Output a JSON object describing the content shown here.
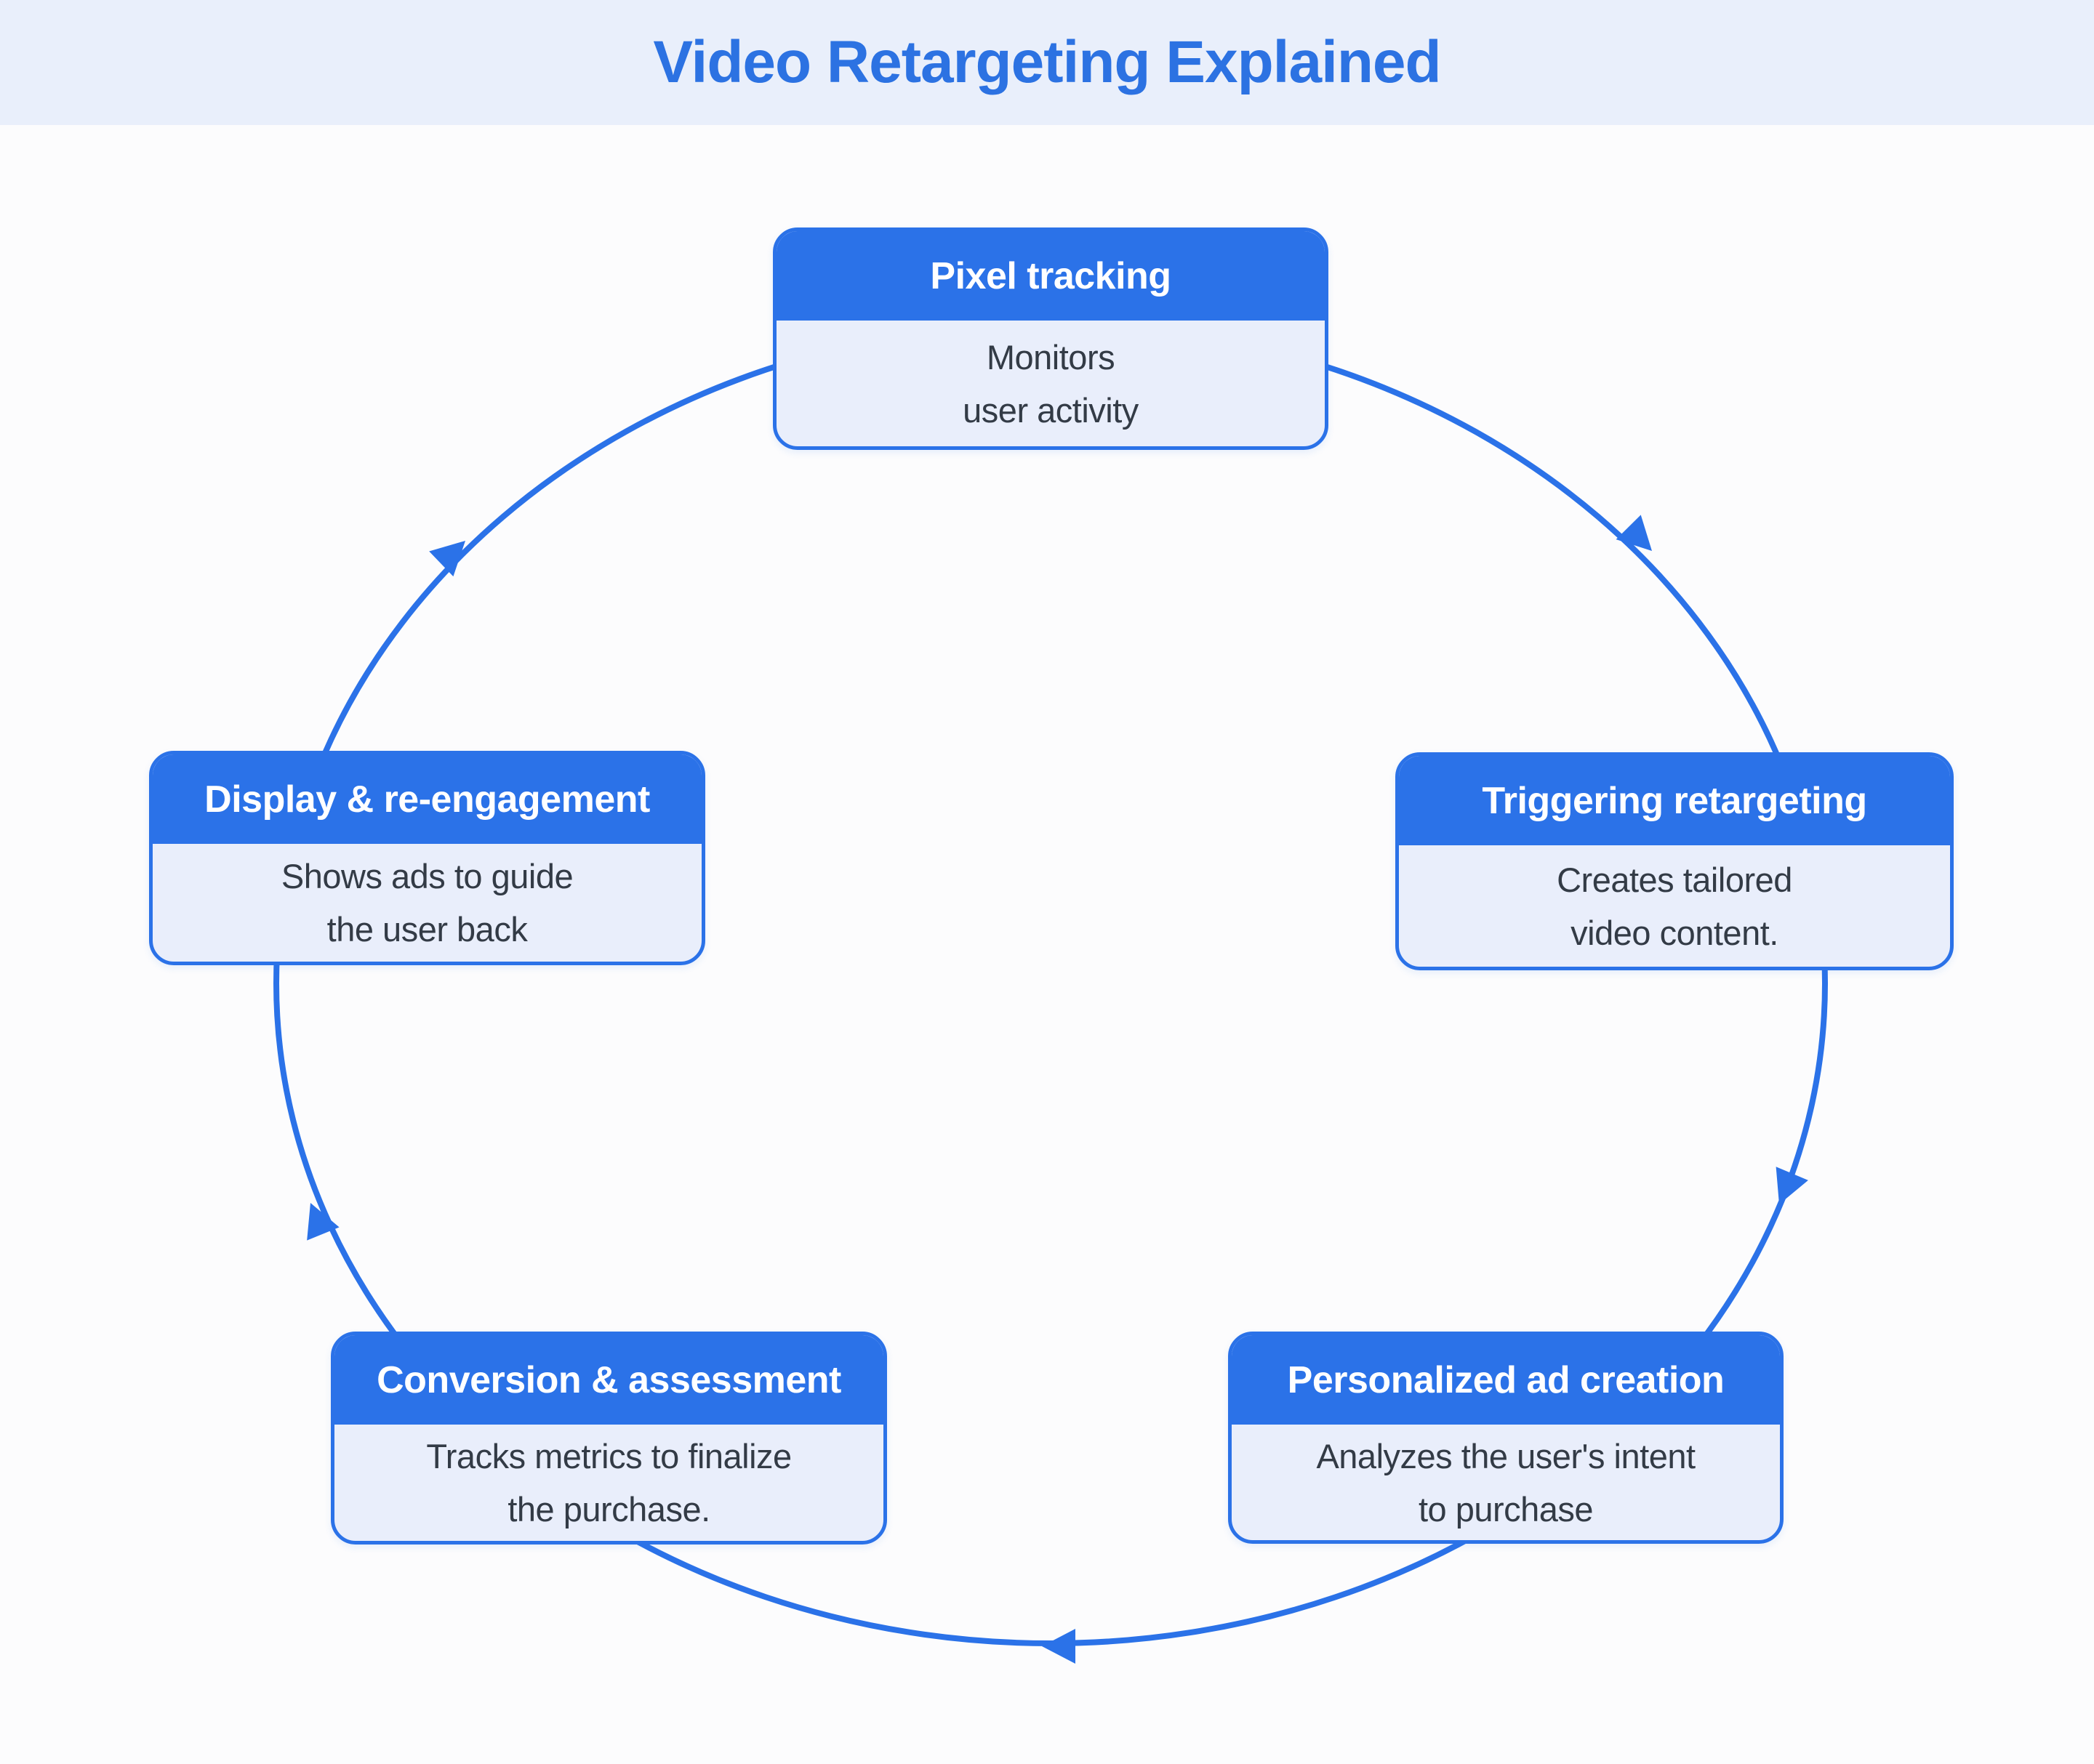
{
  "title": "Video Retargeting Explained",
  "colors": {
    "accent": "#2b72e8",
    "banner_bg": "#e9effb",
    "panel_bg": "#e9eefb",
    "title_text": "#2c72e2",
    "body_text": "#333b46",
    "page_bg": "#fcfcfd"
  },
  "cycle": {
    "direction": "clockwise",
    "nodes": [
      {
        "id": "pixel-tracking",
        "label": "Pixel tracking",
        "desc_line1": "Monitors",
        "desc_line2": "user activity"
      },
      {
        "id": "triggering-retargeting",
        "label": "Triggering retargeting",
        "desc_line1": "Creates tailored",
        "desc_line2": "video content."
      },
      {
        "id": "personalized-ad-creation",
        "label": "Personalized ad creation",
        "desc_line1": "Analyzes the user's intent",
        "desc_line2": "to purchase"
      },
      {
        "id": "conversion-assessment",
        "label": "Conversion & assessment",
        "desc_line1": "Tracks metrics to finalize",
        "desc_line2": "the purchase."
      },
      {
        "id": "display-re-engagement",
        "label": "Display & re-engagement",
        "desc_line1": "Shows ads to guide",
        "desc_line2": "the user back"
      }
    ]
  }
}
